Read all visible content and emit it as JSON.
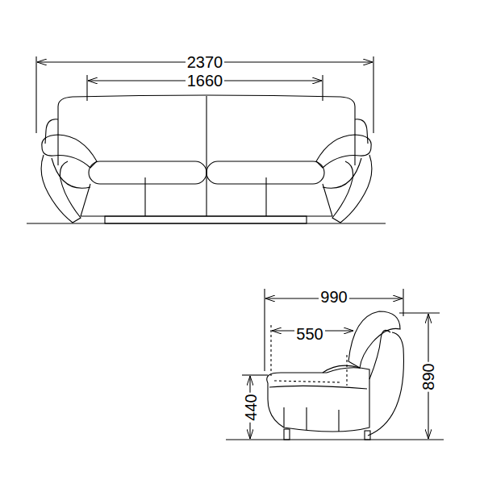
{
  "diagram": {
    "labels": [
      "2370",
      "1660",
      "990",
      "550",
      "440",
      "890"
    ]
  }
}
